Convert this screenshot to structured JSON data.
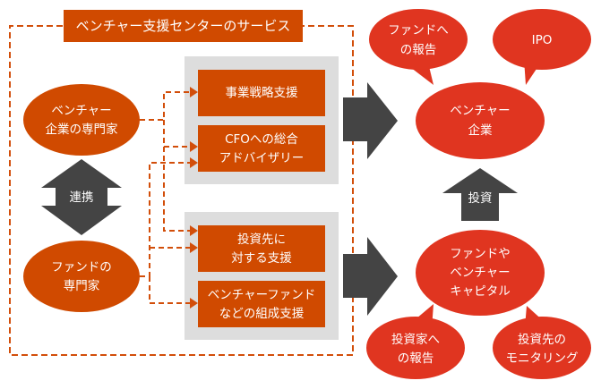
{
  "colors": {
    "orange": "#D04A00",
    "red": "#E03520",
    "dark_arrow": "#444444",
    "panel_gray": "#DDDDDD",
    "dash_orange": "#D24E0A",
    "text": "#FFFFFF"
  },
  "frame": {
    "title": "ベンチャー支援センターのサービス"
  },
  "experts": {
    "venture_expert": [
      "ベンチャー",
      "企業の専門家"
    ],
    "fund_expert": [
      "ファンドの",
      "専門家"
    ],
    "link_arrow_label": "連携"
  },
  "services": {
    "upper_group": [
      {
        "lines": [
          "事業戦略支援"
        ]
      },
      {
        "lines": [
          "CFOへの総合",
          "アドバイザリー"
        ]
      }
    ],
    "lower_group": [
      {
        "lines": [
          "投資先に",
          "対する支援"
        ]
      },
      {
        "lines": [
          "ベンチャーファンド",
          "などの組成支援"
        ]
      }
    ]
  },
  "targets": {
    "venture_company": [
      "ベンチャー",
      "企業"
    ],
    "fund_vc": [
      "ファンドや",
      "ベンチャー",
      "キャピタル"
    ],
    "invest_arrow_label": "投資"
  },
  "callouts": {
    "report_to_fund": [
      "ファンドへ",
      "の報告"
    ],
    "ipo": [
      "IPO"
    ],
    "report_to_investors": [
      "投資家へ",
      "の報告"
    ],
    "monitoring": [
      "投資先の",
      "モニタリング"
    ]
  }
}
